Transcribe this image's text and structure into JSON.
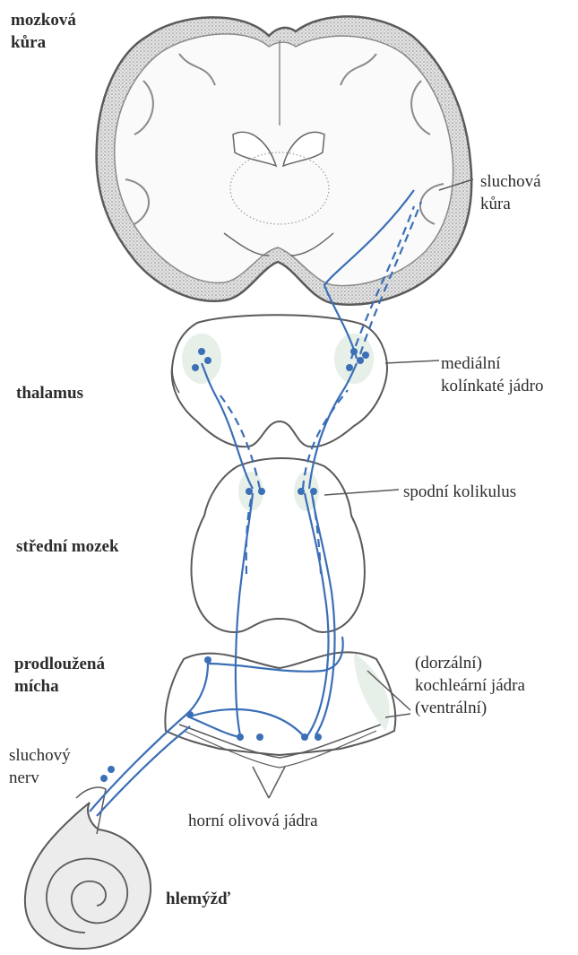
{
  "labels": {
    "cortex": [
      "mozková",
      "kůra"
    ],
    "auditory_cortex": [
      "sluchová",
      "kůra"
    ],
    "thalamus": "thalamus",
    "mgn": [
      "mediální",
      "kolínkaté jádro"
    ],
    "inferior_colliculus": "spodní kolikulus",
    "midbrain": "střední mozek",
    "medulla": [
      "prodloužená",
      "mícha"
    ],
    "cochlear_nuclei": [
      "(dorzální)",
      "kochleární jádra",
      "(ventrální)"
    ],
    "auditory_nerve": [
      "sluchový",
      "nerv"
    ],
    "superior_olive": "horní olivová jádra",
    "cochlea": "hlemýžď"
  },
  "colors": {
    "pathway": "#3b6fb6",
    "outline": "#5a5a5a",
    "cortex_fill": "#d9d9d9",
    "tint": "#e6efe8"
  }
}
